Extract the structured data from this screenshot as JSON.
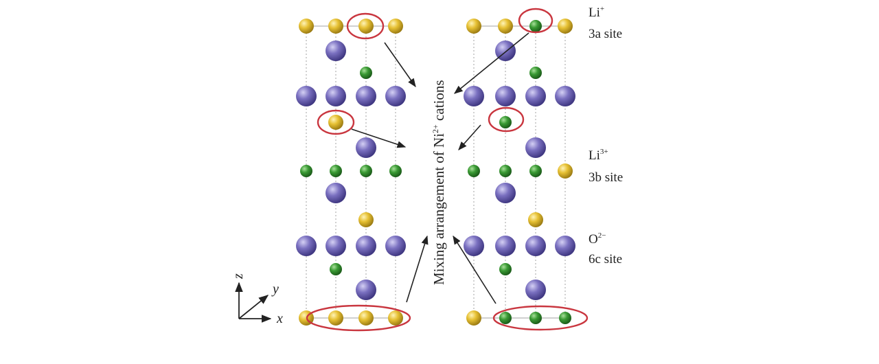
{
  "colors": {
    "li_atom": "#e0b82a",
    "ni_atom": "#2f8a2c",
    "o_atom": "#7166b8",
    "highlight_ring": "#c9363f",
    "bond_line": "#999999",
    "arrow": "#222222"
  },
  "labels": {
    "li_top": "Li",
    "li_top_charge": "+",
    "site_3a": "3a site",
    "li_mid": "Li",
    "li_mid_charge": "3+",
    "site_3b": "3b site",
    "o": "O",
    "o_charge": "2−",
    "site_6c": "6c site",
    "mixing_pre": "Mixing arrangement of Ni",
    "mixing_charge": "2+",
    "mixing_post": " cations"
  },
  "axes": {
    "z": "z",
    "y": "y",
    "x": "x"
  },
  "structures": [
    {
      "name": "ordered-layered-structure",
      "rows": [
        [
          "li",
          "li",
          "li",
          "li"
        ],
        [
          null,
          "o",
          null,
          null
        ],
        [
          null,
          null,
          "ni",
          null
        ],
        [
          "o",
          "o",
          "o",
          "o"
        ],
        [
          null,
          "li",
          null,
          null
        ],
        [
          null,
          null,
          "o",
          null
        ],
        [
          "ni",
          "ni",
          "ni",
          "ni"
        ],
        [
          null,
          "o",
          null,
          null
        ],
        [
          null,
          null,
          "li",
          null
        ],
        [
          "o",
          "o",
          "o",
          "o"
        ],
        [
          null,
          "ni",
          null,
          null
        ],
        [
          null,
          null,
          "o",
          null
        ],
        [
          "li",
          "li",
          "li",
          "li"
        ]
      ]
    },
    {
      "name": "cation-mixed-structure",
      "rows": [
        [
          "li",
          "li",
          "ni",
          "li"
        ],
        [
          null,
          "o",
          null,
          null
        ],
        [
          null,
          null,
          "ni",
          null
        ],
        [
          "o",
          "o",
          "o",
          "o"
        ],
        [
          null,
          "ni",
          null,
          null
        ],
        [
          null,
          null,
          "o",
          null
        ],
        [
          "ni",
          "ni",
          "ni",
          "li"
        ],
        [
          null,
          "o",
          null,
          null
        ],
        [
          null,
          null,
          "li",
          null
        ],
        [
          "o",
          "o",
          "o",
          "o"
        ],
        [
          null,
          "ni",
          null,
          null
        ],
        [
          null,
          null,
          "o",
          null
        ],
        [
          "li",
          "ni",
          "ni",
          "ni"
        ]
      ]
    }
  ]
}
